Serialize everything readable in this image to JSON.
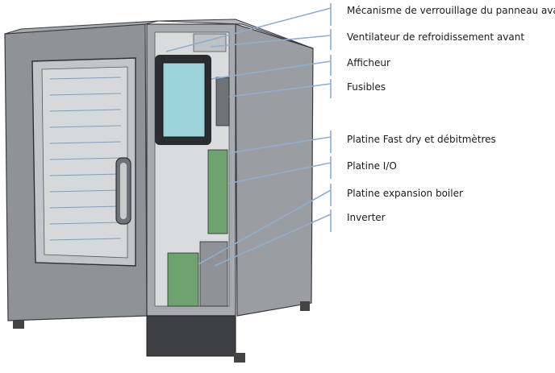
{
  "callouts": [
    {
      "id": "lock",
      "label": "Mécanisme de verrouillage du panneau avant"
    },
    {
      "id": "fan",
      "label": "Ventilateur de refroidissement avant"
    },
    {
      "id": "display",
      "label": "Afficheur"
    },
    {
      "id": "fuses",
      "label": "Fusibles"
    },
    {
      "id": "fastdry",
      "label": "Platine Fast dry et débitmètres"
    },
    {
      "id": "io",
      "label": "Platine I/O"
    },
    {
      "id": "boiler",
      "label": "Platine expansion boiler"
    },
    {
      "id": "inverter",
      "label": "Inverter"
    }
  ],
  "colors": {
    "body": "#8f9296",
    "body_dark": "#6f7277",
    "body_light": "#b3b6ba",
    "screen": "#9fd3dc",
    "board": "#6fa26f",
    "leader": "#8faed0"
  }
}
